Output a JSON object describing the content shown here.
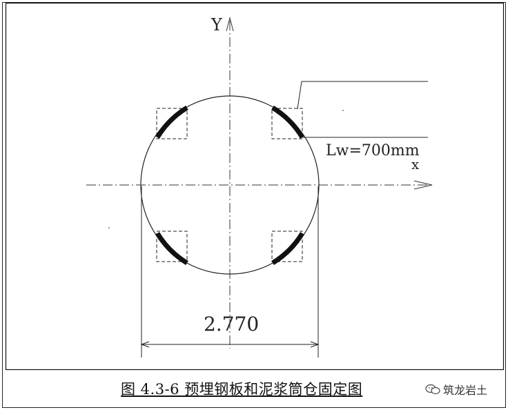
{
  "diagram": {
    "axis_y_label": "Y",
    "axis_x_label": "x",
    "plate_label": "Lw=700mm",
    "dimension_label": "2.770"
  },
  "caption": "图 4.3-6 预埋钢板和泥浆筒仓固定图",
  "watermark": {
    "icon": "wechat-icon",
    "text": "筑龙岩土"
  }
}
